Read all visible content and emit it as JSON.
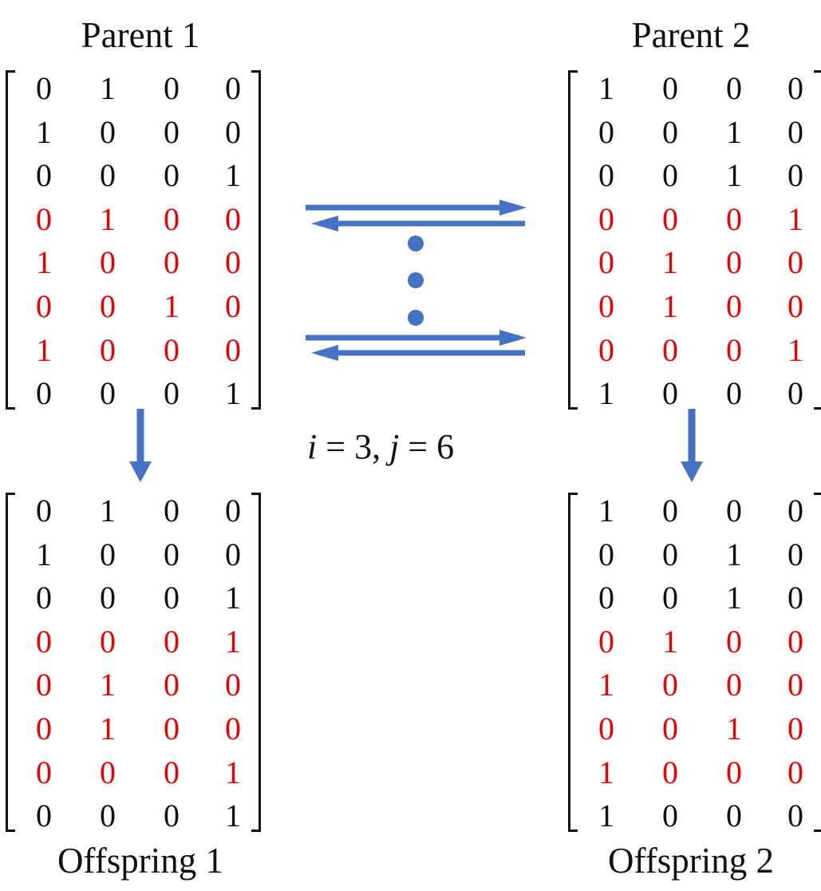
{
  "labels": {
    "parent1": "Parent 1",
    "parent2": "Parent 2",
    "offspring1": "Offspring 1",
    "offspring2": "Offspring 2"
  },
  "crossover": {
    "i_var": "i",
    "i_val": "3",
    "j_var": "j",
    "j_val": "6"
  },
  "highlight_rows": [
    3,
    4,
    5,
    6
  ],
  "colors": {
    "text": "#111111",
    "highlight": "#ee0000",
    "arrow": "#4472c4"
  },
  "matrices": [
    {
      "id": "parent1",
      "rows": [
        [
          0,
          1,
          0,
          0
        ],
        [
          1,
          0,
          0,
          0
        ],
        [
          0,
          0,
          0,
          1
        ],
        [
          0,
          1,
          0,
          0
        ],
        [
          1,
          0,
          0,
          0
        ],
        [
          0,
          0,
          1,
          0
        ],
        [
          1,
          0,
          0,
          0
        ],
        [
          0,
          0,
          0,
          1
        ]
      ]
    },
    {
      "id": "parent2",
      "rows": [
        [
          1,
          0,
          0,
          0
        ],
        [
          0,
          0,
          1,
          0
        ],
        [
          0,
          0,
          1,
          0
        ],
        [
          0,
          0,
          0,
          1
        ],
        [
          0,
          1,
          0,
          0
        ],
        [
          0,
          1,
          0,
          0
        ],
        [
          0,
          0,
          0,
          1
        ],
        [
          1,
          0,
          0,
          0
        ]
      ]
    },
    {
      "id": "offspring1",
      "rows": [
        [
          0,
          1,
          0,
          0
        ],
        [
          1,
          0,
          0,
          0
        ],
        [
          0,
          0,
          0,
          1
        ],
        [
          0,
          0,
          0,
          1
        ],
        [
          0,
          1,
          0,
          0
        ],
        [
          0,
          1,
          0,
          0
        ],
        [
          0,
          0,
          0,
          1
        ],
        [
          0,
          0,
          0,
          1
        ]
      ]
    },
    {
      "id": "offspring2",
      "rows": [
        [
          1,
          0,
          0,
          0
        ],
        [
          0,
          0,
          1,
          0
        ],
        [
          0,
          0,
          1,
          0
        ],
        [
          0,
          1,
          0,
          0
        ],
        [
          1,
          0,
          0,
          0
        ],
        [
          0,
          0,
          1,
          0
        ],
        [
          1,
          0,
          0,
          0
        ],
        [
          1,
          0,
          0,
          0
        ]
      ]
    }
  ],
  "icons": {
    "exchange": "double-arrow-icon",
    "ellipsis": "vertical-ellipsis-icon",
    "down": "arrow-down-icon"
  }
}
